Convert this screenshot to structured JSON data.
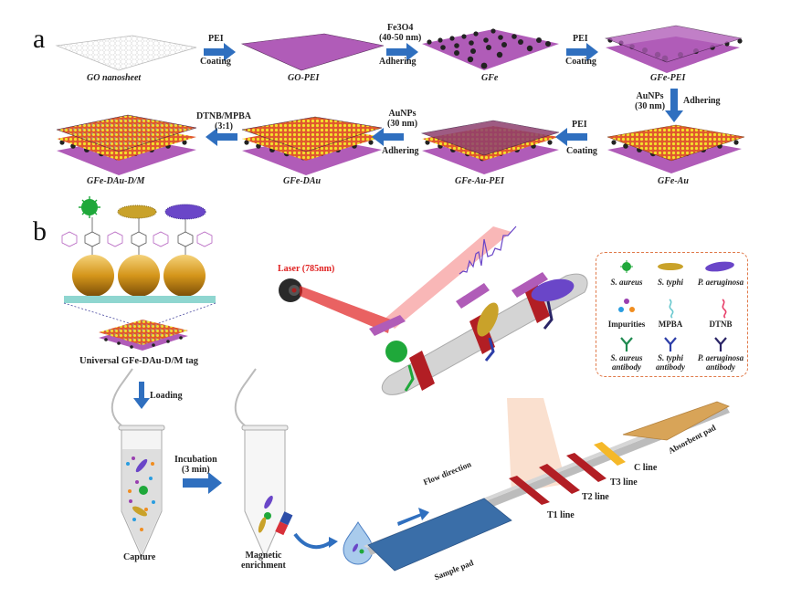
{
  "panels": {
    "a": {
      "letter": "a",
      "stages": [
        {
          "name": "GO nanosheet"
        },
        {
          "name": "GO-PEI"
        },
        {
          "name": "GFe"
        },
        {
          "name": "GFe-PEI"
        },
        {
          "name": "GFe-Au"
        },
        {
          "name": "GFe-Au-PEI"
        },
        {
          "name": "GFe-DAu"
        },
        {
          "name": "GFe-DAu-D/M"
        }
      ],
      "steps": [
        {
          "top": "PEI",
          "bottom": "Coating"
        },
        {
          "top": "Fe3O4\n(40-50 nm)",
          "bottom": "Adhering"
        },
        {
          "top": "PEI",
          "bottom": "Coating"
        },
        {
          "top": "AuNPs\n(30 nm)",
          "bottom": "Adhering"
        },
        {
          "top": "PEI",
          "bottom": "Coating"
        },
        {
          "top": "AuNPs\n(30 nm)",
          "bottom": "Adhering"
        },
        {
          "top": "DTNB/MPBA\n(3:1)",
          "bottom": ""
        }
      ]
    },
    "b": {
      "letter": "b",
      "tag_label": "Universal GFe-DAu-D/M tag",
      "loading_label": "Loading",
      "capture_label": "Capture",
      "incubation_label": "Incubation\n(3 min)",
      "magnetic_label": "Magnetic\nenrichment",
      "laser_label": "Laser (785nm)",
      "strip": {
        "flow_label": "Flow direction",
        "sample_pad": "Sample pad",
        "t1": "T1 line",
        "t2": "T2 line",
        "t3": "T3 line",
        "c": "C line",
        "absorbent_pad": "Absorbent pad"
      },
      "legend": [
        {
          "label": "S. aureus",
          "italic": true,
          "icon": "green-coccus-icon"
        },
        {
          "label": "S. typhi",
          "italic": true,
          "icon": "yellow-bacillus-icon"
        },
        {
          "label": "P. aeruginosa",
          "italic": true,
          "icon": "purple-bacillus-icon"
        },
        {
          "label": "Impurities",
          "italic": false,
          "icon": "impurity-dots-icon"
        },
        {
          "label": "MPBA",
          "italic": false,
          "icon": "mpba-molecule-icon"
        },
        {
          "label": "DTNB",
          "italic": false,
          "icon": "dtnb-molecule-icon"
        },
        {
          "label": "S. aureus\nantibody",
          "italic": true,
          "icon": "green-antibody-icon"
        },
        {
          "label": "S. typhi\nantibody",
          "italic": true,
          "icon": "blue-antibody-icon"
        },
        {
          "label": "P. aeruginosa\nantibody",
          "italic": true,
          "icon": "navy-antibody-icon"
        }
      ]
    }
  },
  "colors": {
    "arrow": "#2f6fbf",
    "sheet": "#b05cb8",
    "gold": "#d4a017",
    "laser": "#e02020",
    "sample_pad": "#3a6ea8",
    "absorbent_pad": "#d8a458",
    "test_line": "#b21e24",
    "control_line": "#f5b829",
    "legend_border": "#e07a4a"
  }
}
